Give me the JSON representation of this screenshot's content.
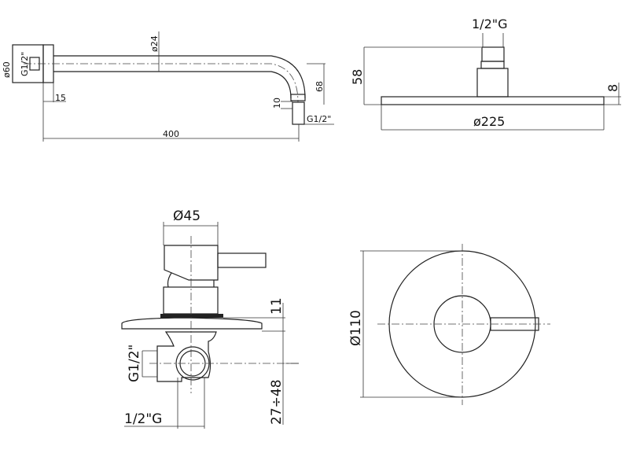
{
  "shower_arm": {
    "flange_diameter": "ø60",
    "wall_thread": "G1/2\"",
    "pipe_diameter": "ø24",
    "flange_depth": "15",
    "drop_height": "68",
    "nipple_offset": "10",
    "outlet_thread": "G1/2\"",
    "length": "400"
  },
  "shower_head": {
    "thread": "1/2\"G",
    "height": "58",
    "thickness": "8",
    "diameter": "ø225"
  },
  "mixer_side": {
    "knob_diameter": "Ø45",
    "plate_offset": "11",
    "side_thread": "G1/2\"",
    "depth_range": "27÷48",
    "bottom_thread": "1/2\"G"
  },
  "mixer_front": {
    "plate_diameter": "Ø110"
  }
}
